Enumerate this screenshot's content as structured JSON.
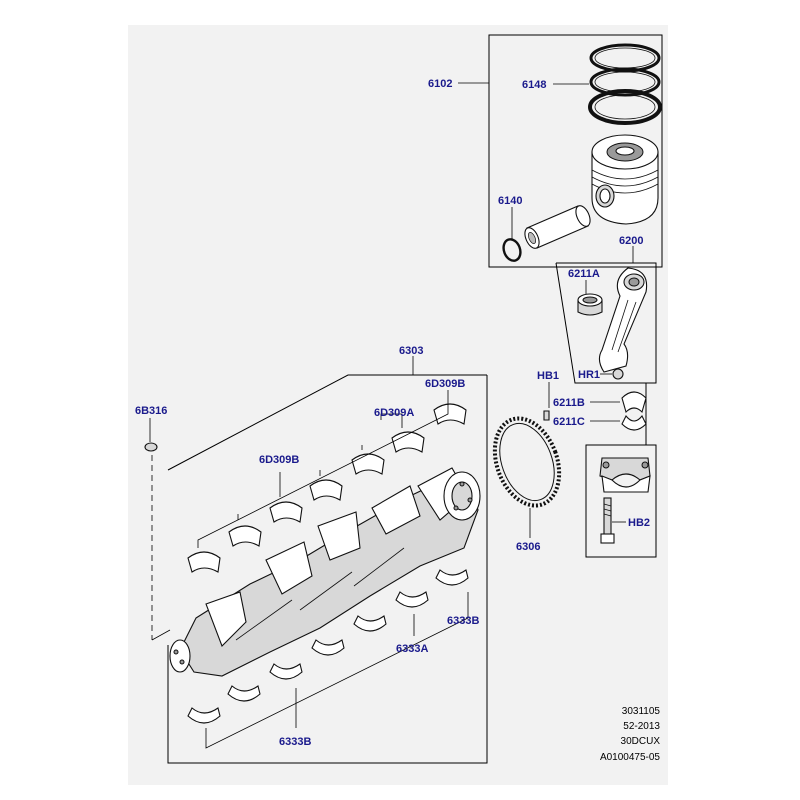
{
  "colors": {
    "label": "#1a1a8c",
    "panel": "#f2f2f2",
    "line": "#000000"
  },
  "labels": {
    "p6102": "6102",
    "p6148": "6148",
    "p6140": "6140",
    "p6200": "6200",
    "p6211A": "6211A",
    "p6303": "6303",
    "p6D309B_top": "6D309B",
    "p6D309A": "6D309A",
    "p6D309B_left": "6D309B",
    "p6B316": "6B316",
    "pHB1": "HB1",
    "pHR1": "HR1",
    "p6211B": "6211B",
    "p6211C": "6211C",
    "pHB2": "HB2",
    "p6306": "6306",
    "p6333B_right": "6333B",
    "p6333A": "6333A",
    "p6333B_bottom": "6333B"
  },
  "reference": {
    "line1": "3031105",
    "line2": "52-2013",
    "line3": "30DCUX",
    "line4": "A0100475-05"
  },
  "icons": {
    "rings": "piston-rings-icon",
    "piston": "piston-icon",
    "pin": "piston-pin-icon",
    "conrod": "connecting-rod-icon",
    "crankshaft": "crankshaft-icon",
    "flexplate": "reluctor-ring-icon"
  }
}
